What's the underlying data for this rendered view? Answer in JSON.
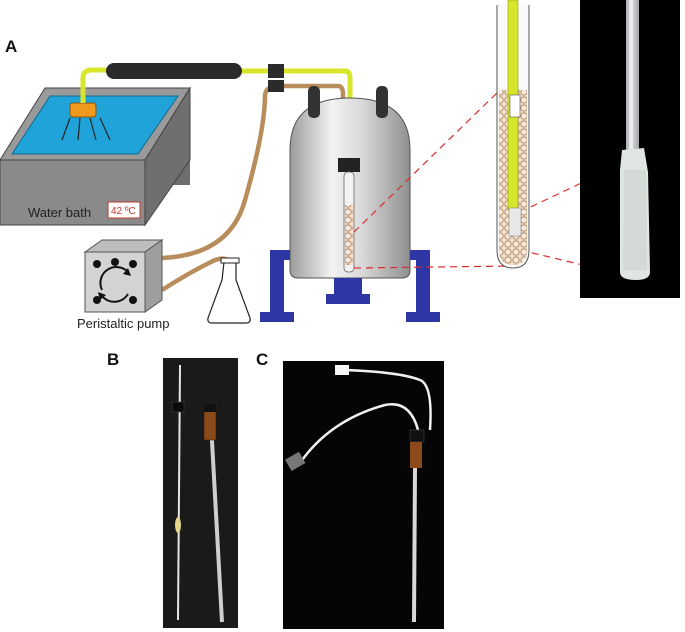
{
  "panels": {
    "a": "A",
    "b": "B",
    "c": "C"
  },
  "labels": {
    "water_bath": "Water bath",
    "temperature": "42 ºC",
    "pump": "Peristaltic pump"
  },
  "colors": {
    "water": "#1fa3d8",
    "bath_body": "#8a8a8a",
    "yellow_tube": "#d7e62a",
    "brown_tube": "#b98d5b",
    "stand": "#2e36a6",
    "connector": "#f29a1d",
    "zoom_line": "#d62e2e"
  }
}
